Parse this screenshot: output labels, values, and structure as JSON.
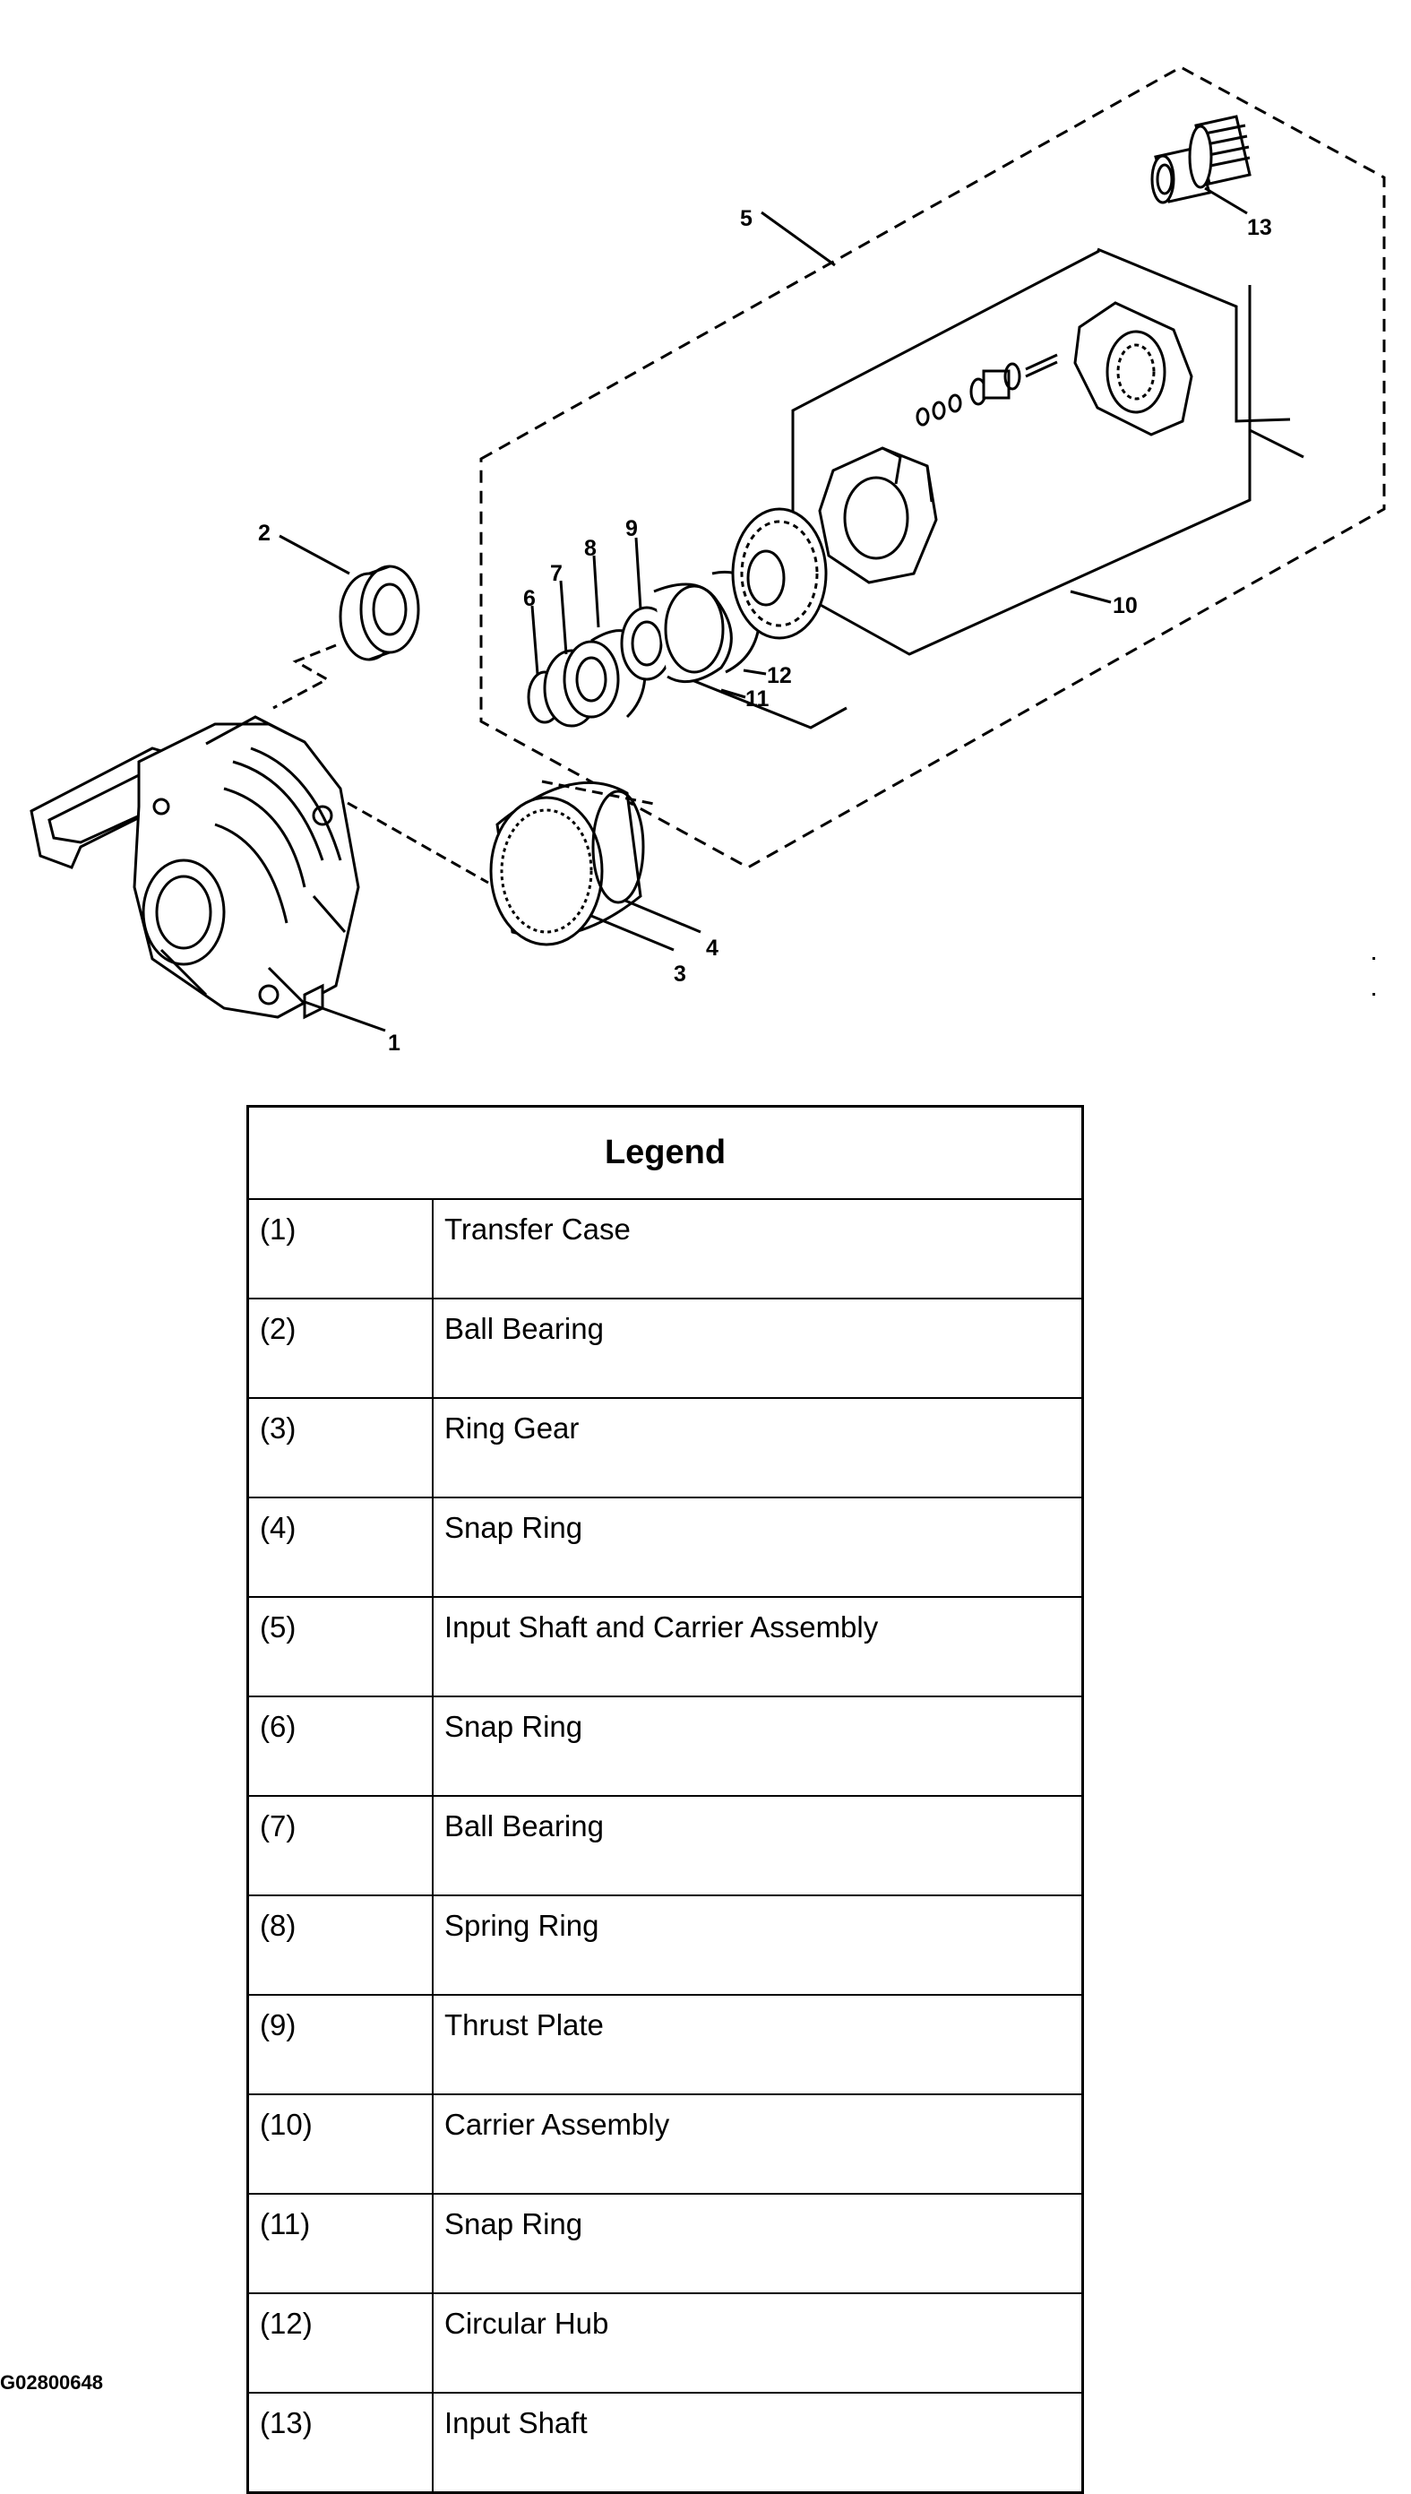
{
  "callouts": [
    "1",
    "2",
    "3",
    "4",
    "5",
    "6",
    "7",
    "8",
    "9",
    "10",
    "11",
    "12",
    "13"
  ],
  "legend": {
    "title": "Legend",
    "rows": [
      {
        "num": "(1)",
        "desc": "Transfer Case"
      },
      {
        "num": "(2)",
        "desc": "Ball Bearing"
      },
      {
        "num": "(3)",
        "desc": "Ring Gear"
      },
      {
        "num": "(4)",
        "desc": "Snap Ring"
      },
      {
        "num": "(5)",
        "desc": "Input Shaft and Carrier Assembly"
      },
      {
        "num": "(6)",
        "desc": "Snap Ring"
      },
      {
        "num": "(7)",
        "desc": "Ball Bearing"
      },
      {
        "num": "(8)",
        "desc": "Spring Ring"
      },
      {
        "num": "(9)",
        "desc": "Thrust Plate"
      },
      {
        "num": "(10)",
        "desc": "Carrier Assembly"
      },
      {
        "num": "(11)",
        "desc": "Snap Ring"
      },
      {
        "num": "(12)",
        "desc": "Circular Hub"
      },
      {
        "num": "(13)",
        "desc": "Input Shaft"
      }
    ]
  },
  "figure_id": "G02800648"
}
